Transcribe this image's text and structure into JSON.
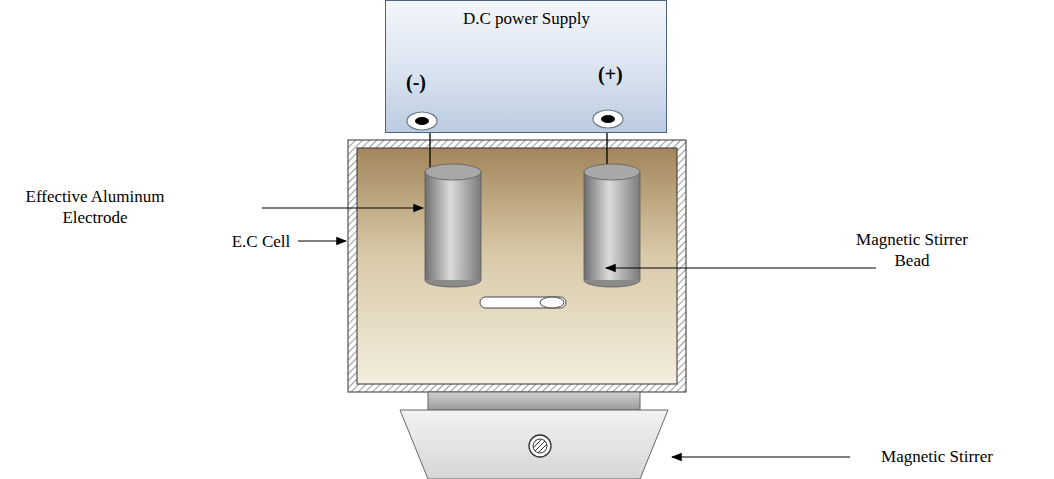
{
  "diagram": {
    "nodes": [
      {
        "text": [
          "D.C power Supply",
          "(-)",
          "(+)"
        ]
      }
    ],
    "labels": [
      "Effective Aluminum Electrode",
      "E.C Cell",
      "Magnetic Stirrer Bead",
      "Magnetic Stirrer"
    ]
  }
}
